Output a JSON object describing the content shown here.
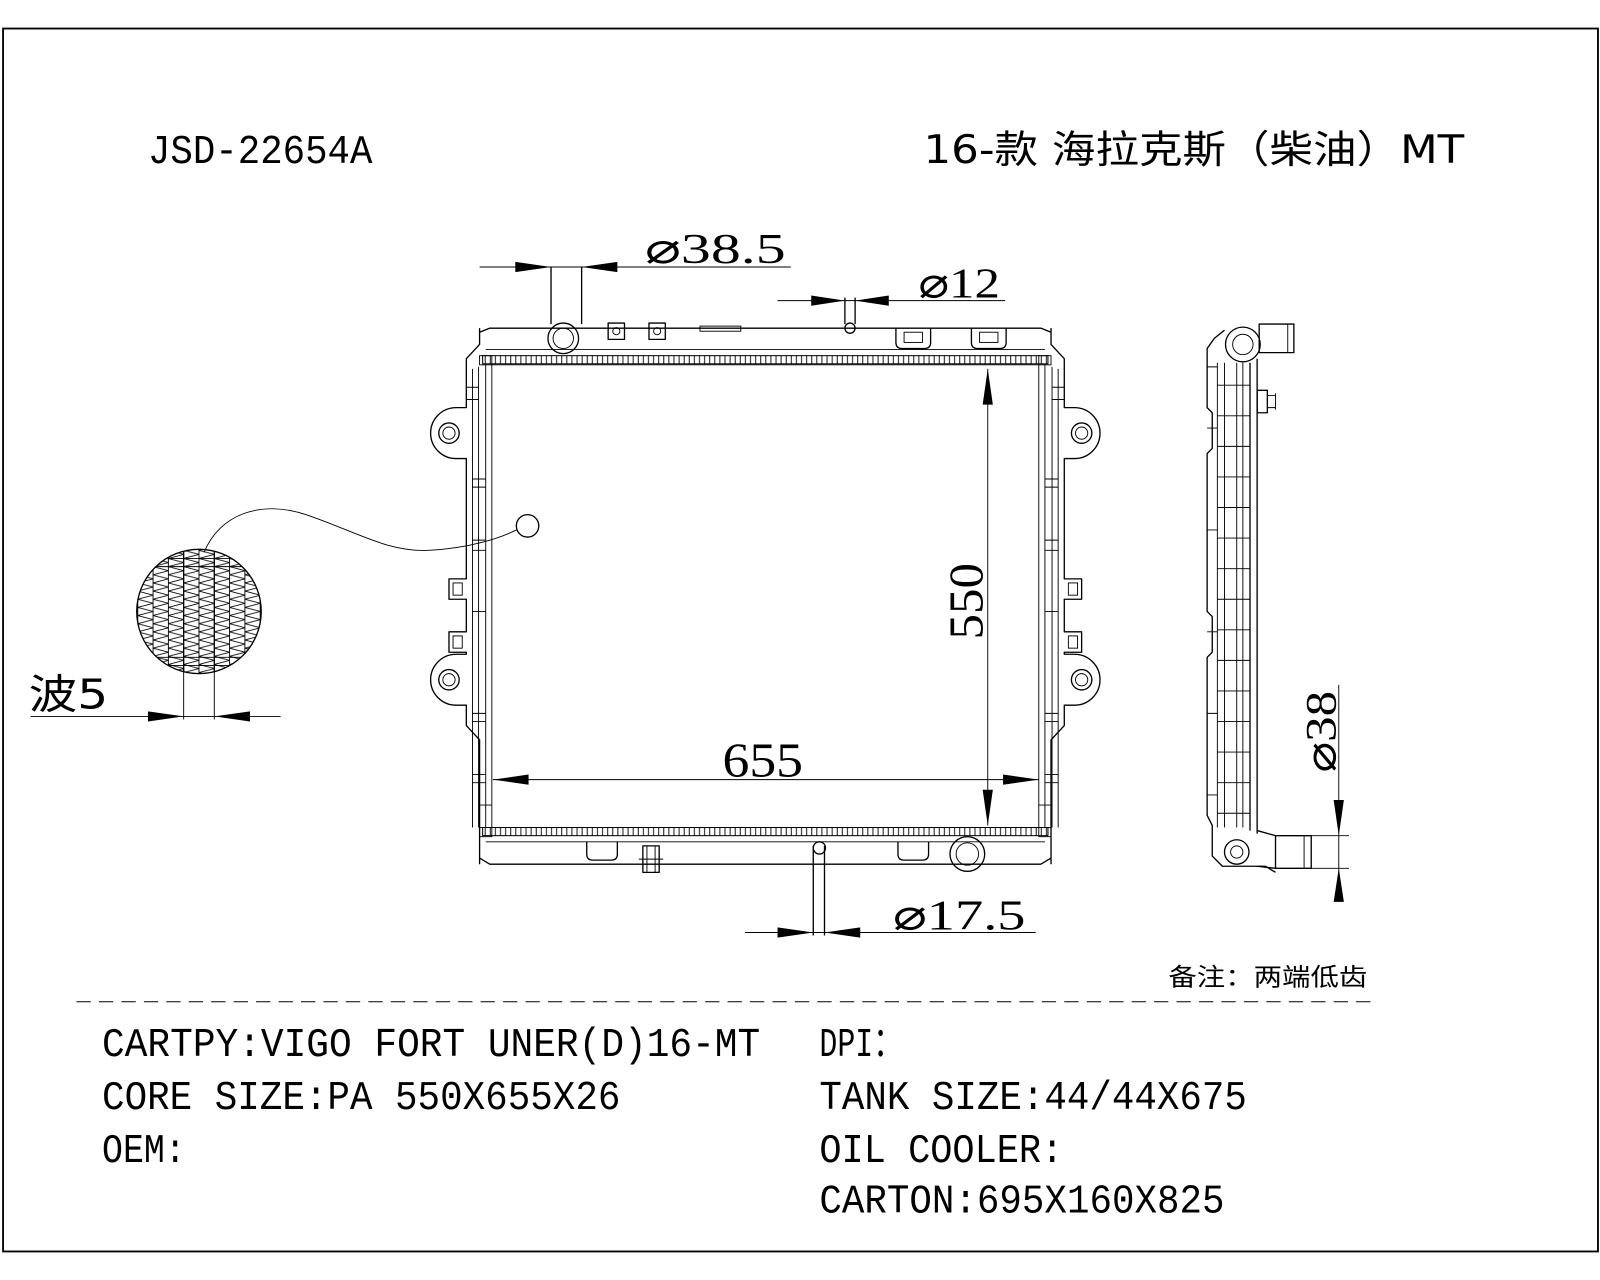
{
  "colors": {
    "line": "#000000",
    "background": "#ffffff"
  },
  "header": {
    "part_number": "JSD-22654A",
    "model": "16-款 海拉克斯（柴油）MT"
  },
  "dimensions": {
    "inlet_diameter": "⌀38.5",
    "bleed_diameter": "⌀12",
    "core_height": "550",
    "core_width": "655",
    "outlet_diameter": "⌀17.5",
    "fin_wave": "波5",
    "side_pipe_diameter": "⌀38"
  },
  "note": "备注：两端低齿",
  "specs": {
    "cartpy": "CARTPY:VIGO FORT UNER(D)16-MT",
    "core_size": "CORE SIZE:PA 550X655X26",
    "oem": "OEM:",
    "dpi": "DPI：",
    "tank_size": "TANK SIZE:44/44X675",
    "oil_cooler": "OIL COOLER:",
    "carton": "CARTON:695X160X825"
  }
}
